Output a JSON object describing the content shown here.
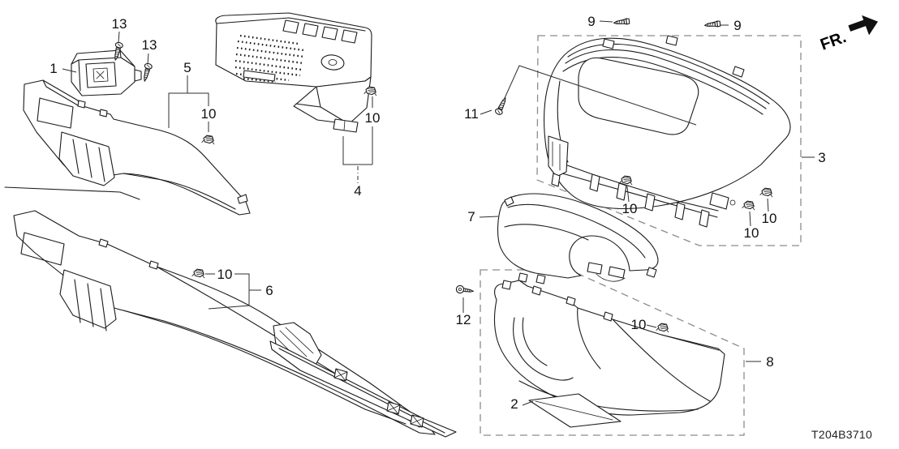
{
  "diagram": {
    "code": "T204B3710",
    "orientation": {
      "label": "FR."
    },
    "callouts": [
      {
        "ref": "1"
      },
      {
        "ref": "13"
      },
      {
        "ref": "13"
      },
      {
        "ref": "5"
      },
      {
        "ref": "10"
      },
      {
        "ref": "10"
      },
      {
        "ref": "4"
      },
      {
        "ref": "9"
      },
      {
        "ref": "9"
      },
      {
        "ref": "11"
      },
      {
        "ref": "3"
      },
      {
        "ref": "10"
      },
      {
        "ref": "10"
      },
      {
        "ref": "10"
      },
      {
        "ref": "7"
      },
      {
        "ref": "10"
      },
      {
        "ref": "6"
      },
      {
        "ref": "12"
      },
      {
        "ref": "10"
      },
      {
        "ref": "8"
      },
      {
        "ref": "2"
      }
    ],
    "colors": {
      "background": "#ffffff",
      "line": "#1a1a1a",
      "dash_box": "#8c8c8c",
      "label": "#111111"
    },
    "icons": {
      "screw": "screw-icon",
      "clip": "clip-icon",
      "fr_arrow": "fr-arrow-icon"
    }
  }
}
